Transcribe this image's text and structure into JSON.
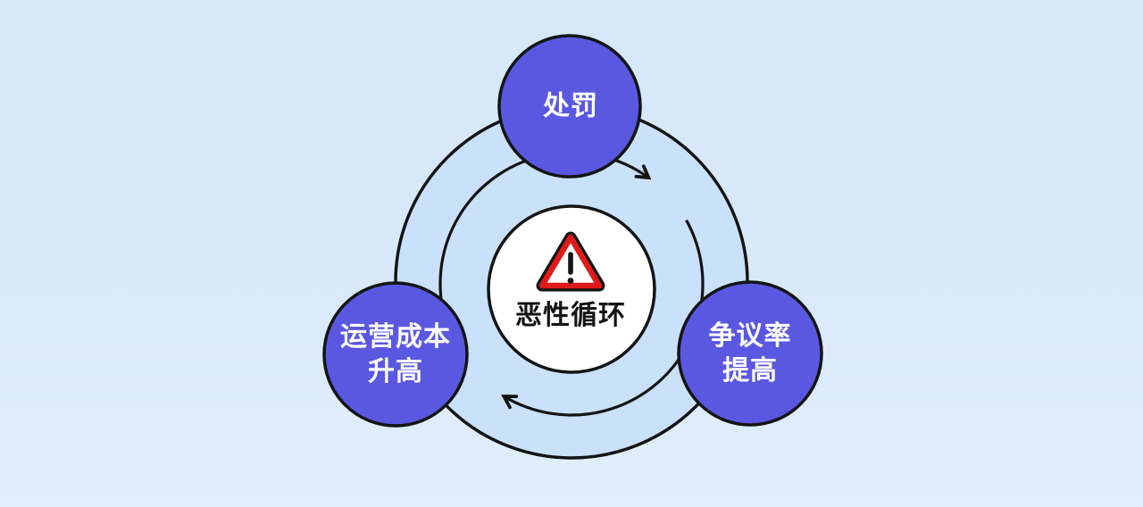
{
  "colors": {
    "background_top": "#d6e7fa",
    "background_bottom": "#e1eefc",
    "ring_fill": "#c9e1fa",
    "outline": "#141414",
    "node_fill": "#5a58e0",
    "node_text": "#ffffff",
    "center_fill": "#ffffff",
    "center_text": "#141414",
    "warning_red": "#e01a1a"
  },
  "center": {
    "icon": "warning-icon",
    "label": "恶性循环"
  },
  "nodes": {
    "top": {
      "lines": [
        "处罚"
      ]
    },
    "right": {
      "lines": [
        "争议率",
        "提高"
      ]
    },
    "left": {
      "lines": [
        "运营成本",
        "升高"
      ]
    }
  },
  "flow": {
    "direction": "clockwise"
  }
}
